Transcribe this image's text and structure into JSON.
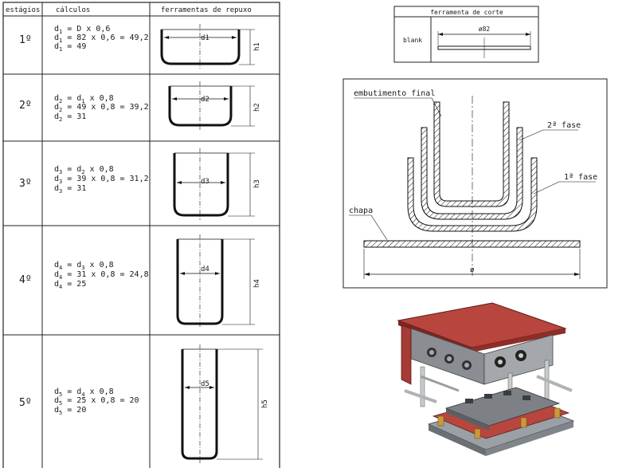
{
  "stages_table": {
    "headers": {
      "stage": "estágios",
      "calc": "cálculos",
      "tools": "ferramentas de repuxo"
    },
    "rows": [
      {
        "stage": "1º",
        "lines": [
          {
            "v": "d",
            "s": "1",
            "t": " = D x 0,6"
          },
          {
            "v": "d",
            "s": "1",
            "t": " = 82 x 0,6 = 49,2"
          },
          {
            "v": "d",
            "s": "1",
            "t": " = 49"
          }
        ],
        "d_label": "d1",
        "h_label": "h1"
      },
      {
        "stage": "2º",
        "lines": [
          {
            "v": "d",
            "s": "2",
            "t": " = d",
            "s2": "1",
            "t2": " x 0,8"
          },
          {
            "v": "d",
            "s": "2",
            "t": " = 49 x 0,8 = 39,2"
          },
          {
            "v": "d",
            "s": "2",
            "t": " = 31"
          }
        ],
        "d_label": "d2",
        "h_label": "h2"
      },
      {
        "stage": "3º",
        "lines": [
          {
            "v": "d",
            "s": "3",
            "t": " = d",
            "s2": "2",
            "t2": " x 0,8"
          },
          {
            "v": "d",
            "s": "3",
            "t": " = 39 x 0,8 = 31,2"
          },
          {
            "v": "d",
            "s": "3",
            "t": " = 31"
          }
        ],
        "d_label": "d3",
        "h_label": "h3"
      },
      {
        "stage": "4º",
        "lines": [
          {
            "v": "d",
            "s": "4",
            "t": " = d",
            "s2": "3",
            "t2": " x 0,8"
          },
          {
            "v": "d",
            "s": "4",
            "t": " = 31 x 0,8 = 24,8"
          },
          {
            "v": "d",
            "s": "4",
            "t": " = 25"
          }
        ],
        "d_label": "d4",
        "h_label": "h4"
      },
      {
        "stage": "5º",
        "lines": [
          {
            "v": "d",
            "s": "5",
            "t": " = d",
            "s2": "4",
            "t2": " x 0,8"
          },
          {
            "v": "d",
            "s": "5",
            "t": " = 25 x 0,8 = 20"
          },
          {
            "v": "d",
            "s": "5",
            "t": " = 20"
          }
        ],
        "d_label": "d5",
        "h_label": "h5"
      }
    ]
  },
  "cutting_tool": {
    "title": "ferramenta de corte",
    "row_label": "blank",
    "dimension": "ø82"
  },
  "drawing_diagram": {
    "label_final": "embutimento final",
    "label_phase2": "2ª fase",
    "label_phase1": "1ª fase",
    "label_sheet": "chapa",
    "dim_label": "ø"
  }
}
